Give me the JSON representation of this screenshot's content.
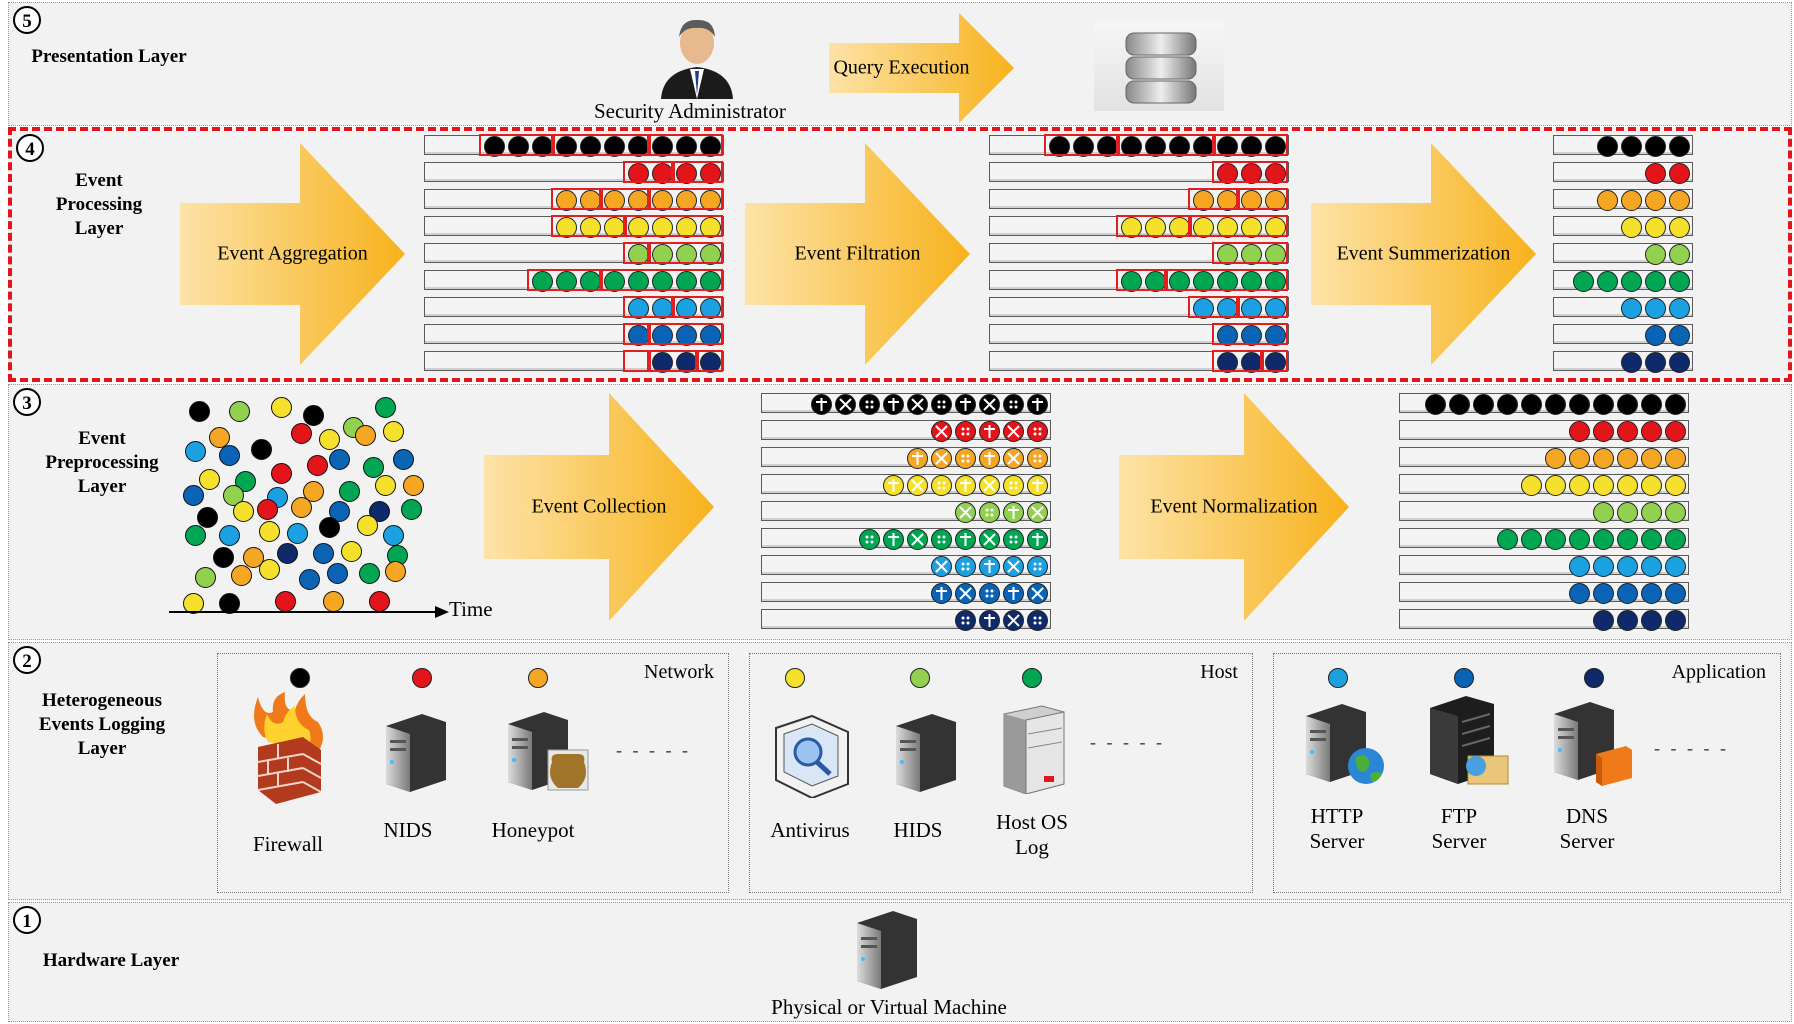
{
  "layers": {
    "l5": {
      "num": "5",
      "name": "Presentation Layer",
      "admin": "Security Administrator",
      "arrow": "Query Execution"
    },
    "l4": {
      "num": "4",
      "name": "Event Processing Layer",
      "a1": "Event Aggregation",
      "a2": "Event Filtration",
      "a3": "Event Summerization"
    },
    "l3": {
      "num": "3",
      "name": "Event Preprocessing Layer",
      "a1": "Event Collection",
      "a2": "Event Normalization",
      "time": "Time"
    },
    "l2": {
      "num": "2",
      "name": "Heterogeneous Events Logging Layer",
      "network": {
        "title": "Network",
        "devices": [
          "Firewall",
          "NIDS",
          "Honeypot"
        ]
      },
      "host": {
        "title": "Host",
        "devices": [
          "Antivirus",
          "HIDS",
          "Host OS Log"
        ]
      },
      "application": {
        "title": "Application",
        "devices": [
          "HTTP Server",
          "FTP Server",
          "DNS Server"
        ]
      },
      "ellipsis": "- - - - -"
    },
    "l1": {
      "num": "1",
      "name": "Hardware Layer",
      "machine": "Physical or Virtual Machine"
    }
  },
  "event_colors": [
    "#000000",
    "#e3151a",
    "#f5a623",
    "#f5e02c",
    "#92d050",
    "#00a651",
    "#1ba1e2",
    "#0b63b5",
    "#0f2a6b"
  ]
}
